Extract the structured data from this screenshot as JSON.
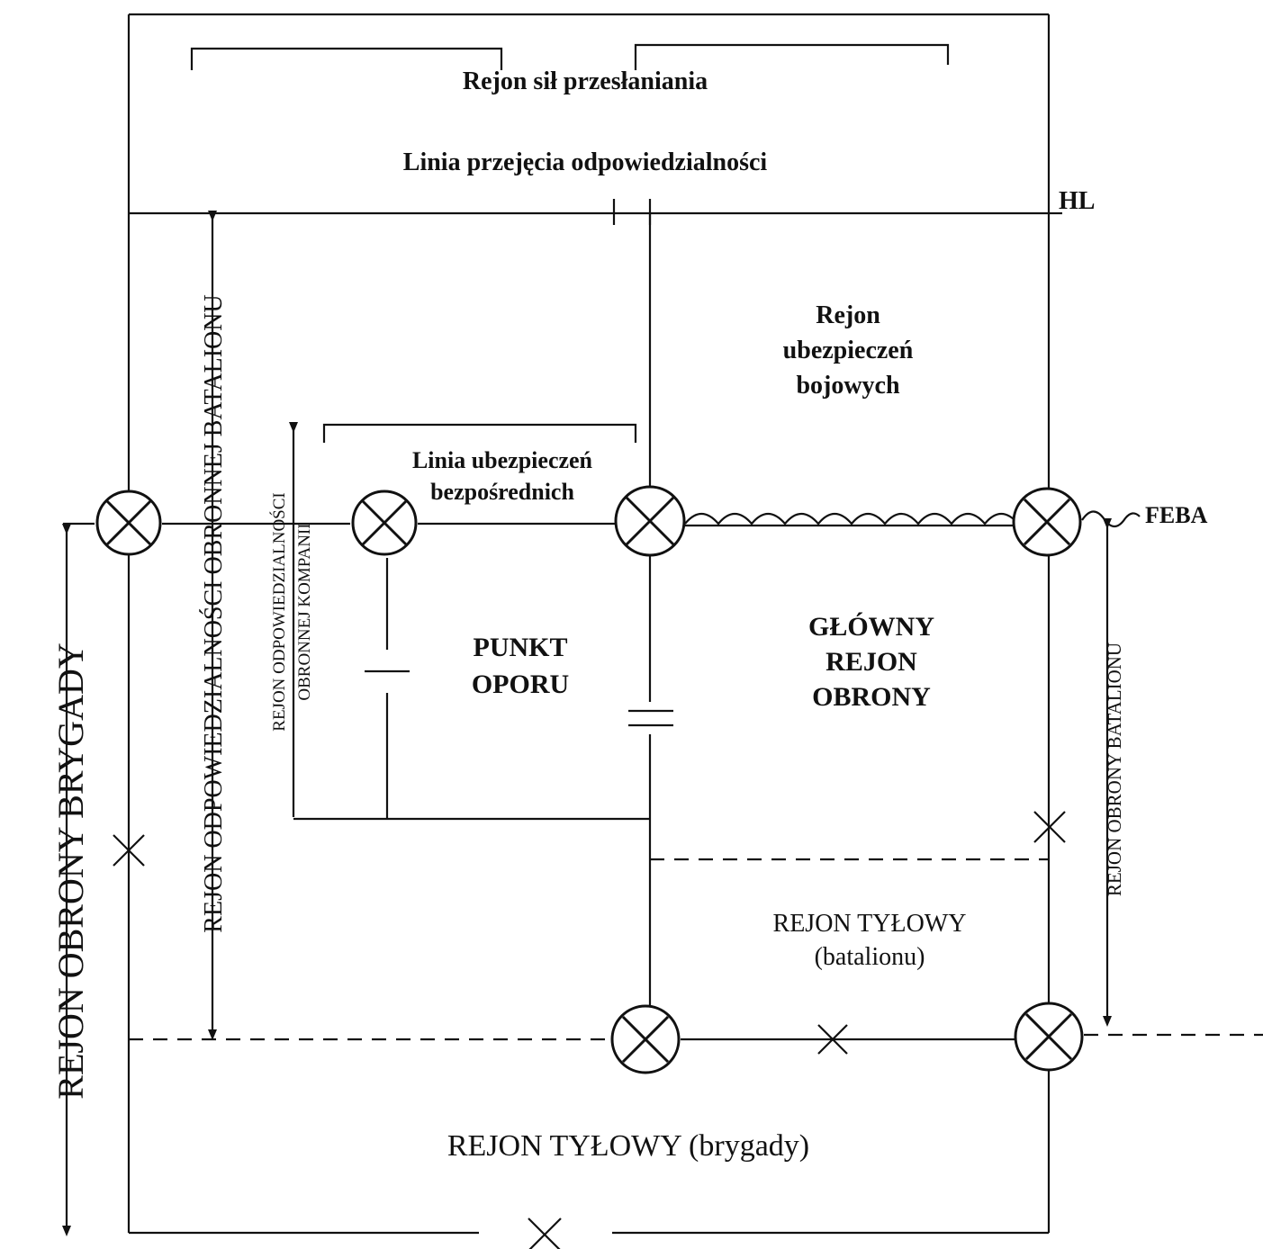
{
  "labels": {
    "screening_force_area": "Rejon sił przesłaniania",
    "handover_line": "Linia przejęcia odpowiedzialności",
    "hl": "HL",
    "security_area_1": "Rejon",
    "security_area_2": "ubezpieczeń",
    "security_area_3": "bojowych",
    "direct_security_line_1": "Linia ubezpieczeń",
    "direct_security_line_2": "bezpośrednich",
    "feba": "FEBA",
    "strongpoint_1": "PUNKT",
    "strongpoint_2": "OPORU",
    "main_defense_area_1": "GŁÓWNY",
    "main_defense_area_2": "REJON",
    "main_defense_area_3": "OBRONY",
    "battalion_rear_area_1": "REJON TYŁOWY",
    "battalion_rear_area_2": "(batalionu)",
    "brigade_rear_area": "REJON TYŁOWY (brygady)",
    "brigade_defense_area": "REJON OBRONY BRYGADY",
    "battalion_responsibility_area": "REJON ODPOWIEDZIALNOŚCI OBRONNEJ BATALIONU",
    "company_responsibility_area_1": "REJON ODPOWIEDZIALNOŚCI",
    "company_responsibility_area_2": "OBRONNEJ KOMPANII",
    "battalion_defense_area": "REJON OBRONY BATALIONU"
  },
  "symbols": {
    "contact_point": "circle-cross-icon",
    "boundary_marker": "x-mark-icon"
  }
}
